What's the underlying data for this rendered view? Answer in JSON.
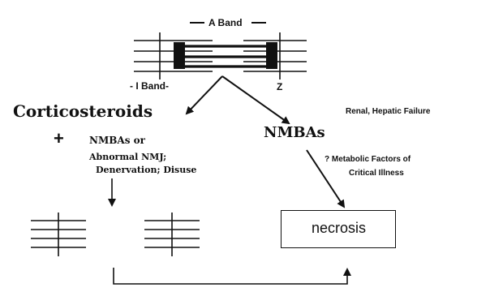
{
  "sarcomere": {
    "a_band_label": "A Band",
    "i_band_label": "I Band",
    "z_label": "Z"
  },
  "left_branch": {
    "title": "Corticosteroids",
    "plus": "+",
    "factor_line1": "NMBAs or",
    "factor_line2": "Abnormal NMJ;",
    "factor_line3": "Denervation; Disuse"
  },
  "right_branch": {
    "title": "NMBAs",
    "factor_renal": "Renal, Hepatic Failure",
    "factor_metabolic_line1": "? Metabolic Factors of",
    "factor_metabolic_line2": "Critical Illness"
  },
  "outcome": {
    "necrosis_label": "necrosis"
  },
  "colors": {
    "ink": "#111111",
    "background": "#ffffff"
  }
}
